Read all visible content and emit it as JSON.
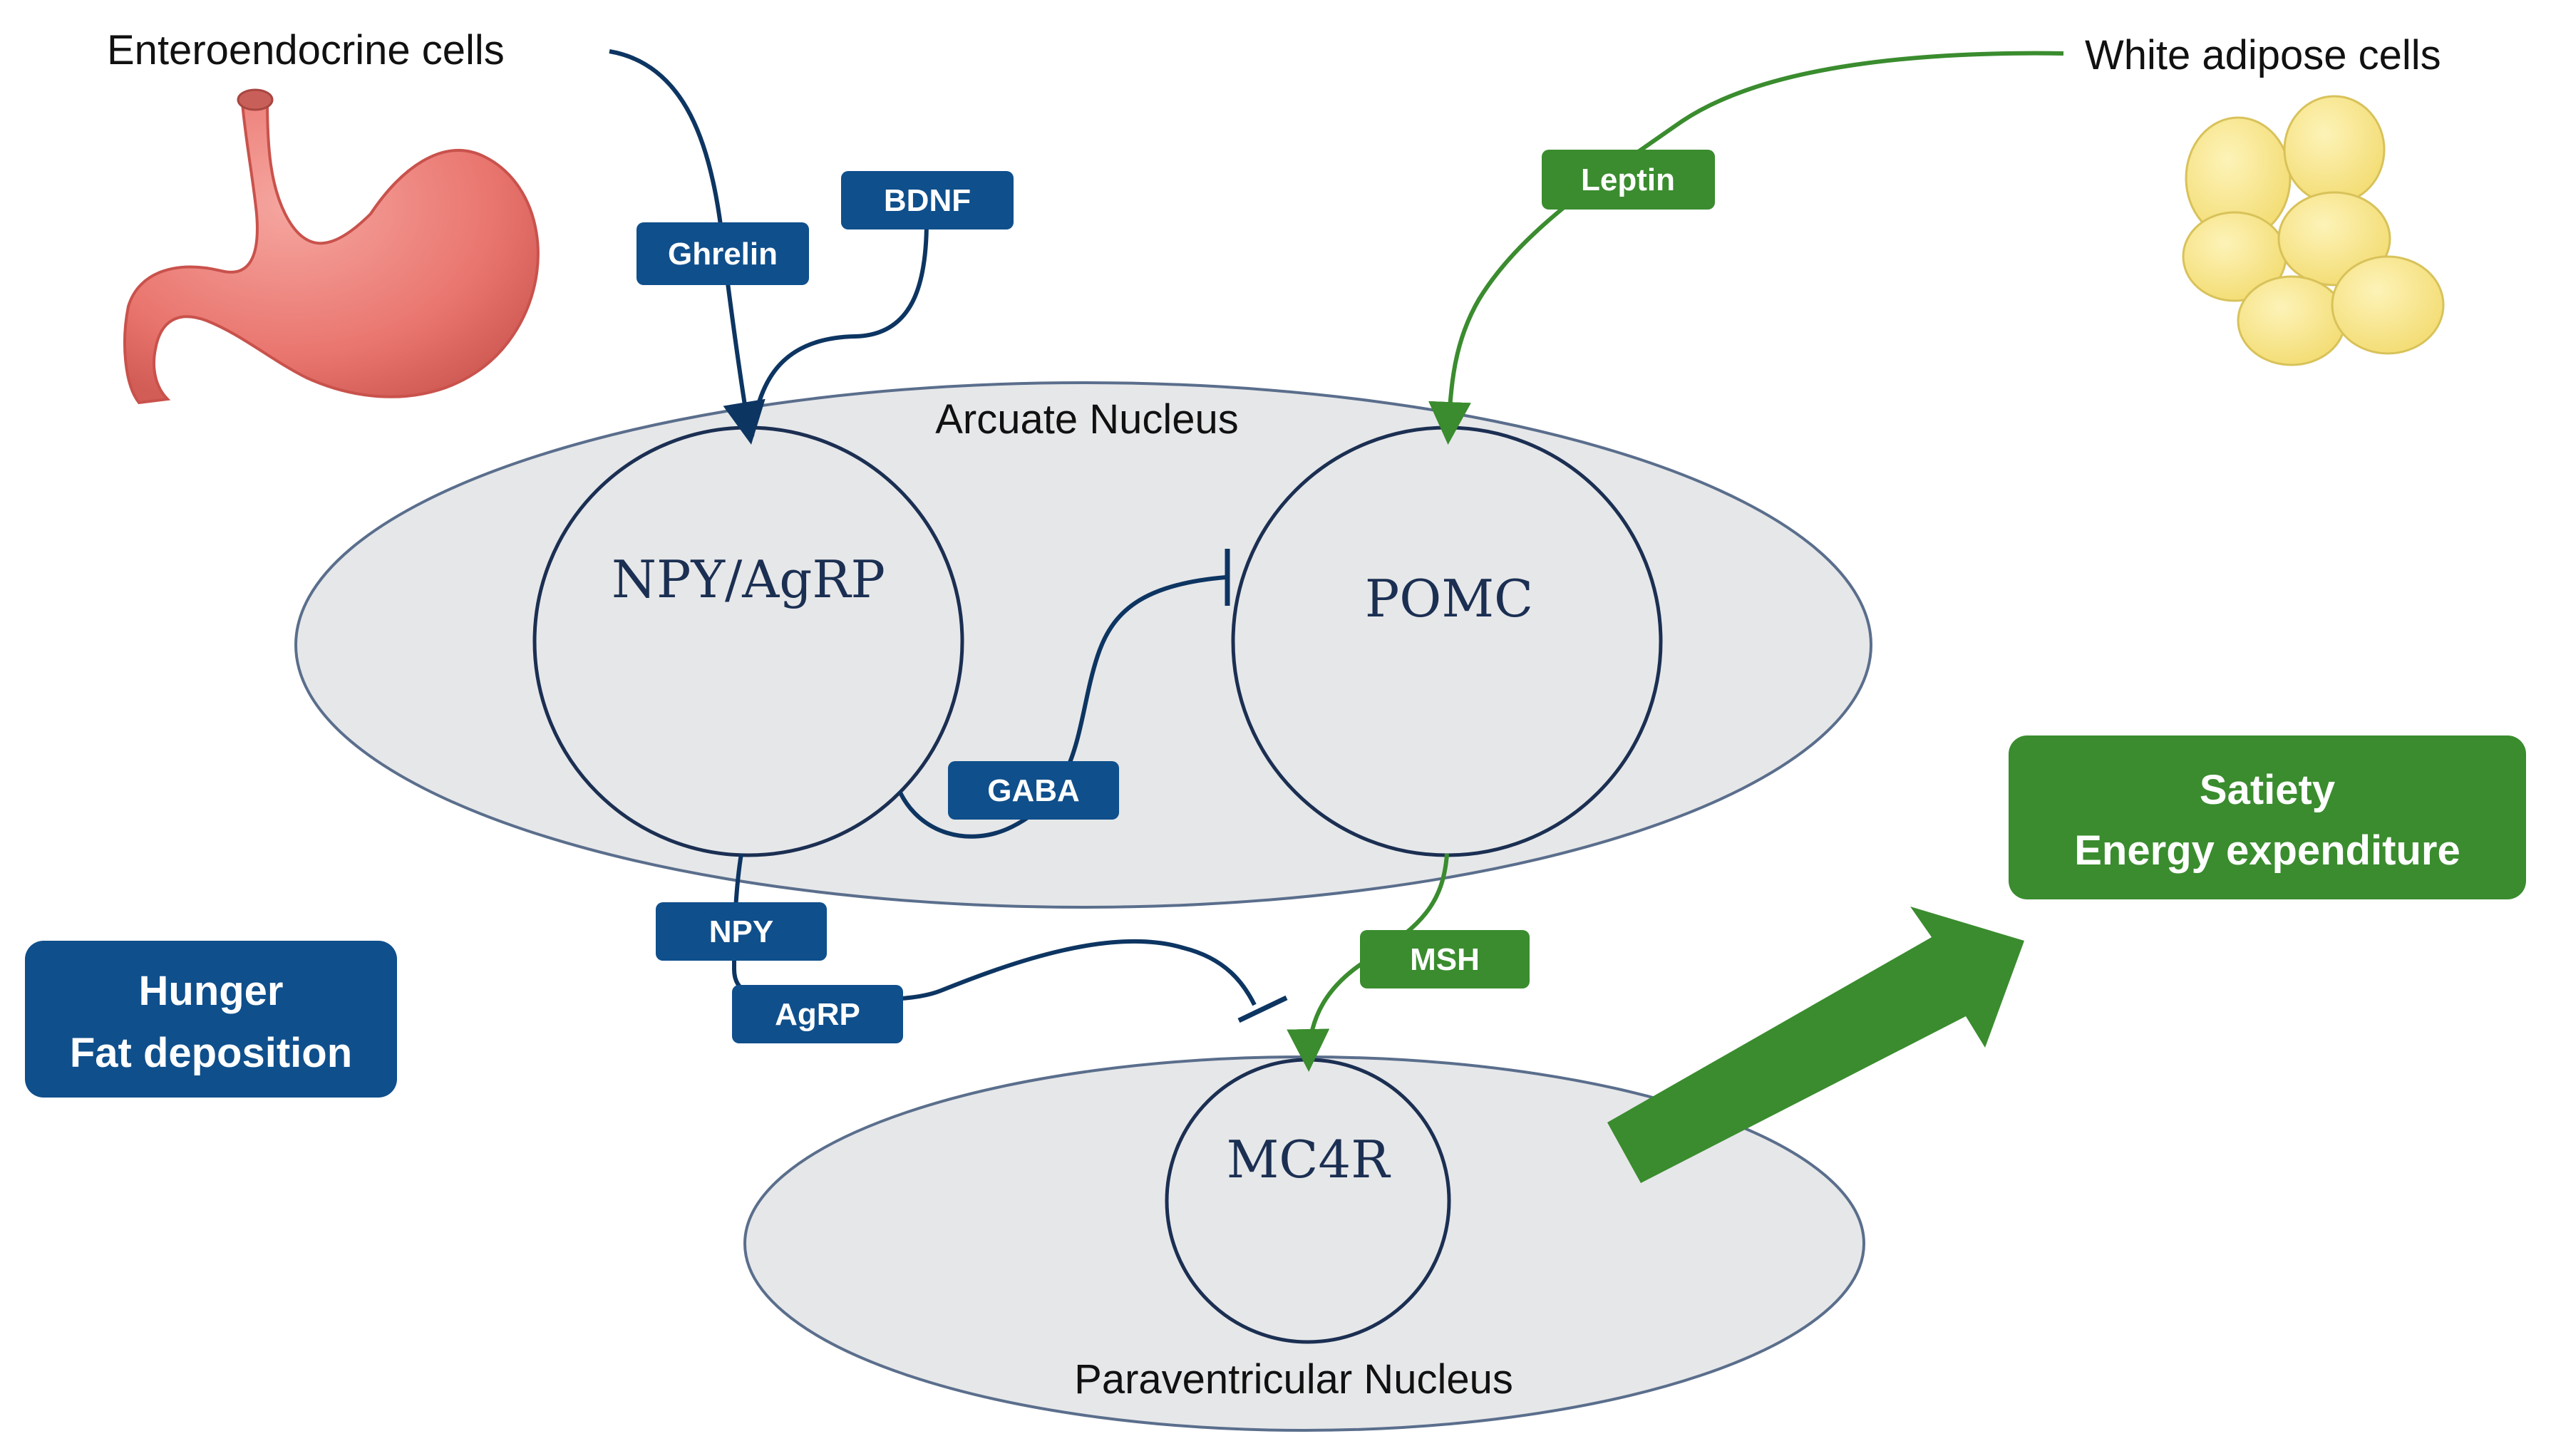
{
  "sources": {
    "enteroendocrine": "Enteroendocrine cells",
    "white_adipose": "White adipose cells"
  },
  "nuclei": {
    "arcuate": "Arcuate Nucleus",
    "paraventricular": "Paraventricular Nucleus"
  },
  "neurons": {
    "npy_agrp": "NPY/AgRP",
    "pomc": "POMC",
    "mc4r": "MC4R"
  },
  "signals": {
    "ghrelin": "Ghrelin",
    "bdnf": "BDNF",
    "leptin": "Leptin",
    "gaba": "GABA",
    "npy": "NPY",
    "agrp": "AgRP",
    "msh": "MSH"
  },
  "outcomes": {
    "hunger_line1": "Hunger",
    "hunger_line2": "Fat deposition",
    "satiety_line1": "Satiety",
    "satiety_line2": "Energy expenditure"
  },
  "colors": {
    "blue": "#0f4f8c",
    "dark_navy": "#0d3562",
    "green": "#3a8c2e",
    "ellipse_fill": "#e6e7e9",
    "ellipse_stroke": "#5a6e8c",
    "circle_stroke": "#1b2f52",
    "stomach": "#ec7f78",
    "adipose": "#f7e58a"
  }
}
